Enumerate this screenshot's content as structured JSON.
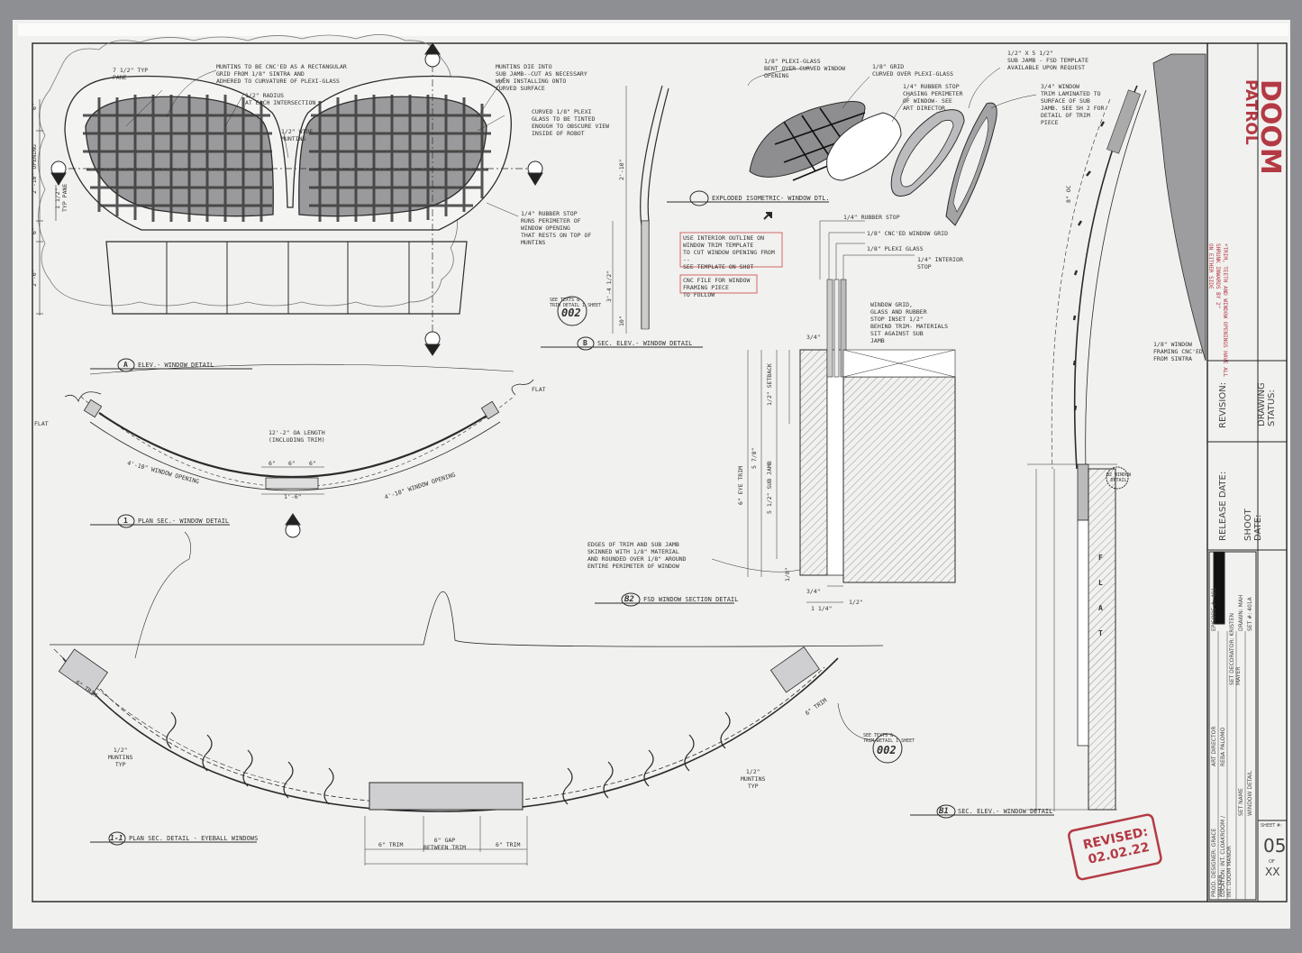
{
  "drawing": {
    "notes": {
      "muntins_cnc": "MUNTINS TO BE CNC'ED AS A RECTANGULAR\nGRID FROM 1/8\" SINTRA AND\nADHERED TO CURVATURE OF PLEXI-GLASS",
      "typ_pane": "7 1/2\" TYP\nPANE",
      "radius": "1/2\" RADIUS\nAT EACH INTERSECTION",
      "wide_muntins": "1/2\" WIDE\nMUNTINS",
      "muntins_die": "MUNTINS DIE INTO\nSUB JAMB--CUT AS NECESSARY\nWHEN INSTALLING ONTO\nCURVED SURFACE",
      "curved_plexi": "CURVED 1/8\" PLEXI\nGLASS TO BE TINTED\nENOUGH TO OBSCURE VIEW\nINSIDE OF ROBOT",
      "rubber_stop": "1/4\" RUBBER STOP\nRUNS PERIMETER OF\nWINDOW OPENING\nTHAT RESTS ON TOP OF\nMUNTINS",
      "plexi_bent": "1/8\" PLEXI-GLASS\nBENT OVER CURVED WINDOW\nOPENING",
      "grid_curved": "1/8\" GRID\nCURVED OVER PLEXI-GLASS",
      "rubber_chasing": "1/4\" RUBBER STOP\nCHASING PERIMETER\nOF WINDOW- SEE\nART DIRECTOR",
      "sub_jamb_fsd": "1/2\" X 5 1/2\"\nSUB JAMB - FSD TEMPLATE\nAVAILABLE UPON REQUEST",
      "window_trim_34": "3/4\" WINDOW\nTRIM LAMINATED TO\nSURFACE OF SUB\nJAMB. SEE SH 2 FOR\nDETAIL OF TRIM\nPIECE",
      "interior_outline": "USE INTERIOR OUTLINE ON\nWINDOW TRIM TEMPLATE\nTO CUT WINDOW OPENING FROM\n--\nSEE TEMPLATE ON SHOT",
      "cnc_file": "CNC FILE FOR WINDOW\nFRAMING PIECE\nTO FOLLOW",
      "rubber_stop_short": "1/4\" RUBBER STOP",
      "cnc_grid": "1/8\" CNC'ED WINDOW GRID",
      "plexi_glass": "1/8\" PLEXI GLASS",
      "interior_stop": "1/4\" INTERIOR\nSTOP",
      "grid_glass_inset": "WINDOW GRID,\nGLASS AND RUBBER\nSTOP INSET 1/2\"\nBEHIND TRIM- MATERIALS\nSIT AGAINST SUB\nJAMB",
      "edges_trim": "EDGES OF TRIM AND SUB JAMB\nSKINNED WITH 1/8\" MATERIAL\nAND ROUNDED OVER 1/8\" AROUND\nENTIRE PERIMETER OF WINDOW",
      "window_framing": "1/8\" WINDOW\nFRAMING CNC'ED\nFROM SINTRA",
      "see_texts_1": "SEE TEXTS &\nTRIM DETAIL 1 SHEET",
      "see_texts_2": "SEE TEXTS &\nTRIM DETAIL 1 SHEET",
      "flat_left": "FLAT",
      "flat_right": "FLAT",
      "flat_vertical": "F\nL\nA\nT",
      "oa_length": "12'-2\" OA LENGTH\n(INCLUDING TRIM)",
      "window_opening_left": "4'-10\" WINDOW OPENING",
      "window_opening_right": "4'-10\" WINDOW OPENING",
      "gap_label": "6\" GAP\nBETWEEN TRIM",
      "trim_left": "6\" TRIM",
      "trim_right": "6\" TRIM",
      "trim_plan_left": "6\" TRIM",
      "trim_plan_right": "6\" TRIM",
      "muntins_typ_left": "1/2\"\nMUNTINS\nTYP",
      "muntins_typ_right": "1/2\"\nMUNTINS\nTYP",
      "b2_window_detail": "B2 WINDOW\nDETAIL",
      "shrink_note": "*TRIM, TEETH AND WINDOW OPENINGS HAVE ALL\nSHRUNK INWARDS BY 2\"\nON EITHER SIDE"
    },
    "detail_refs": {
      "sheet_002_a": "002",
      "sheet_002_b": "002",
      "marker_a": "A",
      "marker_b": "B",
      "marker_1": "1",
      "marker_b1": "B1",
      "marker_b2": "B2",
      "marker_11": "1-1"
    },
    "titles": {
      "elev_a": "ELEV.- WINDOW DETAIL",
      "plan_1": "PLAN SEC.- WINDOW DETAIL",
      "sec_b": "SEC. ELEV.- WINDOW DETAIL",
      "iso": "EXPLODED ISOMETRIC- WINDOW DTL.",
      "fsd_b2": "FSD WINDOW SECTION DETAIL",
      "plan_11": "PLAN SEC. DETAIL - EYEBALL WINDOWS",
      "sec_b1": "SEC. ELEV.- WINDOW DETAIL"
    },
    "dims": {
      "opening_2_10": "2'-10\" OPENING",
      "d_6": "6\"",
      "d_1_12": "1 1/2\"",
      "d_typ_pane": "TYP PANE",
      "d_2_0": "2'-0\"",
      "d_6b": "6\"",
      "d_2_10": "2'-10\"",
      "d_3_4_12": "3'-4 1/2\"",
      "d_10": "10\"",
      "d_1_6": "1'-6\"",
      "d_6c": "6\"",
      "d_6d": "6\"",
      "d_6e": "6\"",
      "d_34a": "3/4\"",
      "d_34b": "3/4\"",
      "d_1_14": "1 1/4\"",
      "d_12": "1/2\"",
      "d_18": "1/8\"",
      "d_eye_trim": "6\" EYE TRIM",
      "d_5_78": "5 7/8\"",
      "d_setback": "1/2\" SETBACK",
      "d_sub_jamb": "5 1/2\" SUB JAMB",
      "d_8oc": "8\" OC"
    }
  },
  "title_block": {
    "logo_line1": "DOOM",
    "logo_line2": "PATROL",
    "revision_label": "REVISION:",
    "drawing_status_label": "DRAWING STATUS:",
    "release_date_label": "RELEASE DATE:",
    "shoot_date_label": "SHOOT DATE:",
    "credits": [
      "PROD. DESIGNER: GRACE WALKER",
      "ART DIRECTOR",
      "REBA PALOMO",
      "SET DECORATOR: KRISTEN MAYER",
      "DRAWN: MAH",
      "SET NAME",
      "WINDOW DETAIL",
      "SET #: 401A",
      "EPISODE #: 401",
      "LOCATION: INT. CLOAKROOM / INT. DOOM MANOR"
    ],
    "sheet_label": "SHEET #:",
    "sheet_number": "05",
    "of_label": "OF",
    "total_sheets": "XX"
  },
  "stamp": {
    "line1": "REVISED:",
    "line2": "02.02.22"
  },
  "colors": {
    "paper": "#f1f1ef",
    "line": "#2b2b2b",
    "accent_red": "#b33a44",
    "glass": "#9a9a9c",
    "wall": "#8d8f93"
  }
}
